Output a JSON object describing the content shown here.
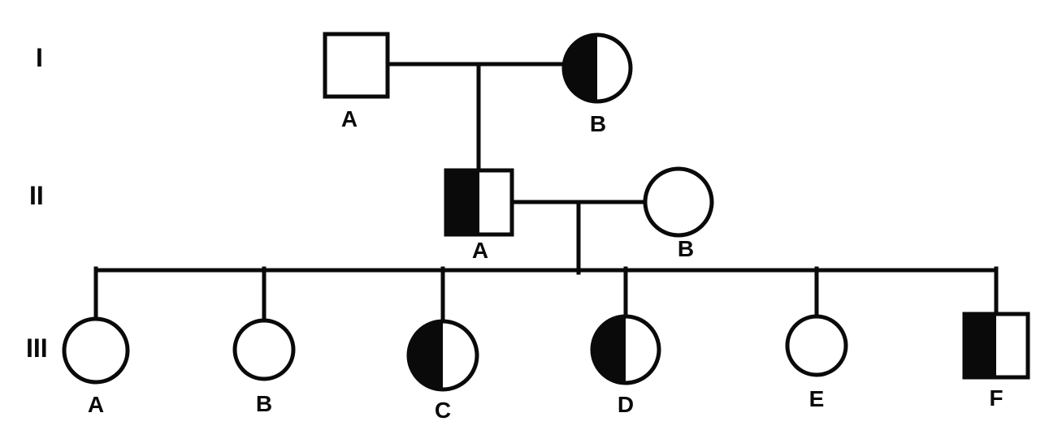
{
  "colors": {
    "stroke": "#0a0a0a",
    "fill_affected": "#0a0a0a",
    "fill_unaffected": "#ffffff",
    "background": "#ffffff"
  },
  "pedigree": {
    "type": "pedigree-chart",
    "generations": [
      {
        "label": "I",
        "individuals": [
          {
            "id": "I-A",
            "label": "A",
            "sex": "male",
            "shading": "none"
          },
          {
            "id": "I-B",
            "label": "B",
            "sex": "female",
            "shading": "left-half"
          }
        ]
      },
      {
        "label": "II",
        "individuals": [
          {
            "id": "II-A",
            "label": "A",
            "sex": "male",
            "shading": "left-half"
          },
          {
            "id": "II-B",
            "label": "B",
            "sex": "female",
            "shading": "none"
          }
        ]
      },
      {
        "label": "III",
        "individuals": [
          {
            "id": "III-A",
            "label": "A",
            "sex": "female",
            "shading": "none"
          },
          {
            "id": "III-B",
            "label": "B",
            "sex": "female",
            "shading": "none"
          },
          {
            "id": "III-C",
            "label": "C",
            "sex": "female",
            "shading": "left-half"
          },
          {
            "id": "III-D",
            "label": "D",
            "sex": "female",
            "shading": "left-half"
          },
          {
            "id": "III-E",
            "label": "E",
            "sex": "female",
            "shading": "none"
          },
          {
            "id": "III-F",
            "label": "F",
            "sex": "male",
            "shading": "left-half"
          }
        ]
      }
    ]
  }
}
